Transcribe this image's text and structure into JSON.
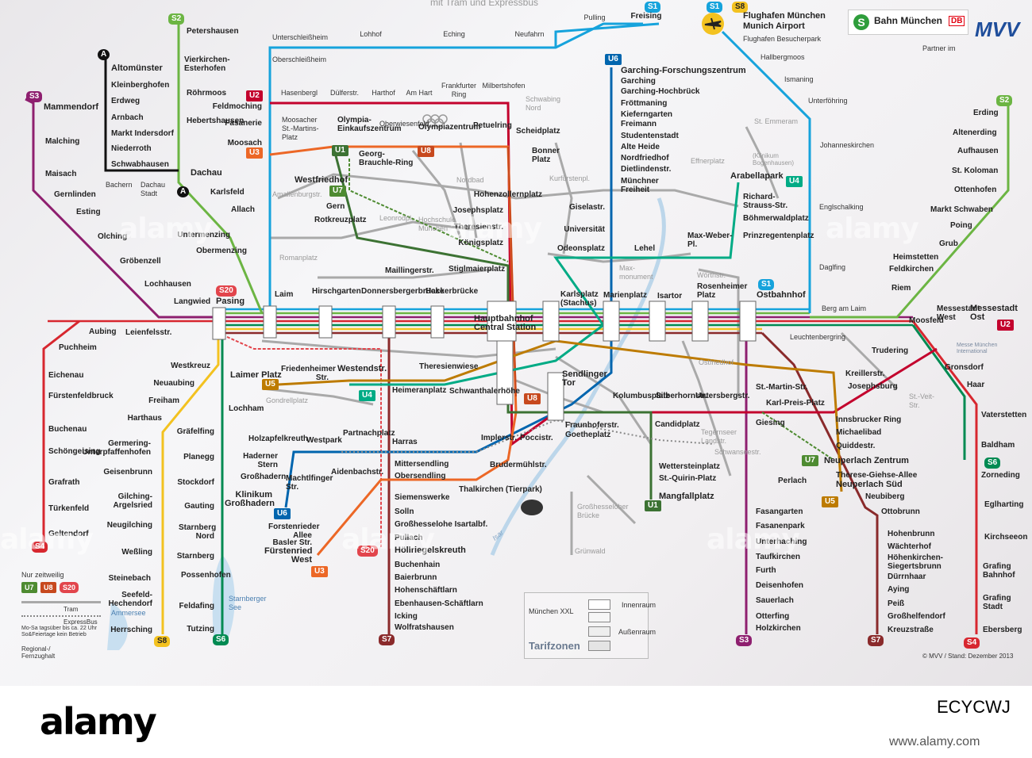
{
  "header": {
    "subtitle": "mit Tram und Expressbus",
    "brand": "Bahn München",
    "brand_db": "DB",
    "mvv": "MVV",
    "partner": "Partner im"
  },
  "colors": {
    "S1": "#16a3dc",
    "S2": "#6cb543",
    "S3": "#8e1f6f",
    "S4": "#d7272f",
    "S6": "#008a52",
    "S7": "#8a2a2b",
    "S8": "#f3c220",
    "S20": "#e2454c",
    "U1": "#3c7233",
    "U2": "#c3022d",
    "U3": "#ec6726",
    "U4": "#00ab85",
    "U5": "#bd7b00",
    "U6": "#0065ae",
    "U7": "#4e8b31",
    "U8": "#c7491e",
    "tram": "#a9a9a9",
    "background": "#f1eff1"
  },
  "badges": {
    "s2_top": "S2",
    "s1_freising": "S1",
    "s1_airport": "S1",
    "s8_airport": "S8",
    "u6_garching": "U6",
    "s3_mammendorf": "S3",
    "u2_feldmoching": "U2",
    "u3_moosach": "U3",
    "u1_olympia": "U1",
    "u7_westfriedhof": "U7",
    "u8_olympia": "U8",
    "s2_erding": "S2",
    "u4_arabellapark": "U4",
    "s20_pasing": "S20",
    "s1_ostbahnhof": "S1",
    "u2_messestadt": "U2",
    "u5_laimer": "U5",
    "u4_westend": "U4",
    "u8_sendlinger": "U8",
    "u6_grosshadern": "U6",
    "s20_hollriegel": "S20",
    "u3_furstenried": "U3",
    "u7_neuperlach": "U7",
    "u5_neuperlach": "U5",
    "s6_zorneding": "S6",
    "u1_mangfall": "U1",
    "s4_geltendorf": "S4",
    "s8_herrsching": "S8",
    "s6_tutzing": "S6",
    "s7_wolfrats": "S7",
    "s3_holzkirchen": "S3",
    "s7_kreuz": "S7",
    "s4_ebersberg": "S4",
    "a_top": "A",
    "a_bottom": "A"
  },
  "stations": {
    "petershausen": "Petershausen",
    "vierkirchen": "Vierkirchen-Esterhofen",
    "rohrmoos": "Röhrmoos",
    "hebertshausen": "Hebertshausen",
    "dachau": "Dachau",
    "karlsfeld": "Karlsfeld",
    "allach": "Allach",
    "untermenzing": "Untermenzing",
    "obermenzing": "Obermenzing",
    "altomuenster": "Altomünster",
    "kleinberghofen": "Kleinberghofen",
    "erdweg": "Erdweg",
    "arnbach": "Arnbach",
    "markt_indersdorf": "Markt Indersdorf",
    "niederroth": "Niederroth",
    "schwabhausen": "Schwabhausen",
    "bachern": "Bachern",
    "dachau_stadt": "Dachau Stadt",
    "mammendorf": "Mammendorf",
    "malching": "Malching",
    "maisach": "Maisach",
    "gernlinden": "Gernlinden",
    "esting": "Esting",
    "olching": "Olching",
    "groebenzell": "Gröbenzell",
    "lochhausen": "Lochhausen",
    "langwied": "Langwied",
    "pasing": "Pasing",
    "aubing": "Aubing",
    "leienfelsstr": "Leienfelsstr.",
    "puchheim": "Puchheim",
    "eichenau": "Eichenau",
    "fuerstenfeldbruck": "Fürstenfeldbruck",
    "buchenau": "Buchenau",
    "schoengeising": "Schöngeising",
    "grafrath": "Grafrath",
    "tuerkenfeld": "Türkenfeld",
    "geltendorf": "Geltendorf",
    "westkreuz": "Westkreuz",
    "neuaubing": "Neuaubing",
    "freiham": "Freiham",
    "harthaus": "Harthaus",
    "germering": "Germering-Unterpfaffenhofen",
    "geisenbrunn": "Geisenbrunn",
    "gilching": "Gilching-Argelsried",
    "neugilching": "Neugilching",
    "wessling": "Weßling",
    "steinebach": "Steinebach",
    "seefeld": "Seefeld-Hechendorf",
    "herrsching": "Herrsching",
    "lochham": "Lochham",
    "graefelfing": "Gräfelfing",
    "planegg": "Planegg",
    "stockdorf": "Stockdorf",
    "gauting": "Gauting",
    "starnberg_nord": "Starnberg Nord",
    "starnberg": "Starnberg",
    "possenhofen": "Possenhofen",
    "feldafing": "Feldafing",
    "tutzing": "Tutzing",
    "unterschleissheim": "Unterschleißheim",
    "oberschleissheim": "Oberschleißheim",
    "lohhof": "Lohhof",
    "eching": "Eching",
    "neufahrn": "Neufahrn",
    "pulling": "Pulling",
    "freising": "Freising",
    "flughafen": "Flughafen München",
    "airport": "Munich Airport",
    "besucherpark": "Flughafen Besucherpark",
    "hallbergmoos": "Hallbergmoos",
    "ismaning": "Ismaning",
    "unterfoehring": "Unterföhring",
    "johanneskirchen": "Johanneskirchen",
    "englschalking": "Englschalking",
    "daglfing": "Daglfing",
    "berg_am_laim": "Berg am Laim",
    "leuchtenbergring": "Leuchtenbergring",
    "erding": "Erding",
    "altenerding": "Altenerding",
    "aufhausen": "Aufhausen",
    "st_koloman": "St. Koloman",
    "ottenhofen": "Ottenhofen",
    "markt_schwaben": "Markt Schwaben",
    "poing": "Poing",
    "grub": "Grub",
    "heimstetten": "Heimstetten",
    "feldkirchen": "Feldkirchen",
    "riem": "Riem",
    "messestadt_west": "Messestadt West",
    "messestadt_ost": "Messestadt Ost",
    "moosfeld": "Moosfeld",
    "trudering": "Trudering",
    "gronsdorf": "Gronsdorf",
    "haar": "Haar",
    "vaterstetten": "Vaterstetten",
    "baldham": "Baldham",
    "zorneding": "Zorneding",
    "eglharting": "Eglharting",
    "kirchseeon": "Kirchseeon",
    "grafing_bahnhof": "Grafing Bahnhof",
    "grafing_stadt": "Grafing Stadt",
    "ebersberg": "Ebersberg",
    "garching_fz": "Garching-Forschungszentrum",
    "garching": "Garching",
    "garching_hochbrueck": "Garching-Hochbrück",
    "froettmaning": "Fröttmaning",
    "kieferngarten": "Kieferngarten",
    "freimann": "Freimann",
    "studentenstadt": "Studentenstadt",
    "alte_heide": "Alte Heide",
    "nordfriedhof": "Nordfriedhof",
    "dietlindenstr": "Dietlindenstr.",
    "muenchner_freiheit": "Münchner Freiheit",
    "giselastr": "Giselastr.",
    "universitaet": "Universität",
    "odeonsplatz": "Odeonsplatz",
    "feldmoching": "Feldmoching",
    "hasenbergl": "Hasenbergl",
    "duelferstr": "Dülferstr.",
    "harthof": "Harthof",
    "am_hart": "Am Hart",
    "frankfurter_ring": "Frankfurter Ring",
    "milbertshofen": "Milbertshofen",
    "fasanerie": "Fasanerie",
    "moosach": "Moosach",
    "moosacher_st_martins": "Moosacher St.-Martins-Platz",
    "oez": "Olympia-Einkaufszentrum",
    "oberwiesenfeld": "Oberwiesenfeld",
    "olympiazentrum": "Olympiazentrum",
    "petuelring": "Petuelring",
    "scheidplatz": "Scheidplatz",
    "bonner_platz": "Bonner Platz",
    "georg_brauchle": "Georg-Brauchle-Ring",
    "westfriedhof": "Westfriedhof",
    "gern": "Gern",
    "rotkreuzplatz": "Rotkreuzplatz",
    "hohenzollernplatz": "Hohenzollernplatz",
    "josephsplatz": "Josephsplatz",
    "theresienstr": "Theresienstr.",
    "koenigsplatz": "Königsplatz",
    "arabellapark": "Arabellapark",
    "richard_strauss": "Richard-Strauss-Str.",
    "boehmerwaldplatz": "Böhmerwaldplatz",
    "prinzregentenplatz": "Prinzregentenplatz",
    "max_weber": "Max-Weber-Pl.",
    "lehel": "Lehel",
    "laim": "Laim",
    "hirschgarten": "Hirschgarten",
    "donnersberger": "Donnersbergerbrücke",
    "hackerbruecke": "Hackerbrücke",
    "hauptbahnhof": "Hauptbahnhof",
    "central_station": "Central Station",
    "karlsplatz": "Karlsplatz (Stachus)",
    "marienplatz": "Marienplatz",
    "isartor": "Isartor",
    "rosenheimer_platz": "Rosenheimer Platz",
    "ostbahnhof": "Ostbahnhof",
    "maillingerstr": "Maillingerstr.",
    "stiglmaierplatz": "Stiglmaierplatz",
    "friedenheimer": "Friedenheimer Str.",
    "westendstr": "Westendstr.",
    "laimer_platz": "Laimer Platz",
    "heimeranplatz": "Heimeranplatz",
    "schwanthalerhoehe": "Schwanthalerhöhe",
    "theresienwiese": "Theresienwiese",
    "sendlinger_tor": "Sendlinger Tor",
    "fraunhoferstr": "Fraunhoferstr.",
    "goetheplatz": "Goetheplatz",
    "kolumbusplatz": "Kolumbusplatz",
    "silberhornstr": "Silberhornstr.",
    "untersbergstr": "Untersbergstr.",
    "candidplatz": "Candidplatz",
    "wettersteinplatz": "Wettersteinplatz",
    "st_quirin": "St.-Quirin-Platz",
    "mangfallplatz": "Mangfallplatz",
    "st_martin_str": "St.-Martin-Str.",
    "karl_preis": "Karl-Preis-Platz",
    "giesing": "Giesing",
    "kreillerstr": "Kreillerstr.",
    "josephsburg": "Josephsburg",
    "innsbrucker_ring": "Innsbrucker Ring",
    "michaelibad": "Michaelibad",
    "quiddestr": "Quiddestr.",
    "neuperlach_zentrum": "Neuperlach Zentrum",
    "therese_giehse": "Therese-Giehse-Allee",
    "neuperlach_sued": "Neuperlach Süd",
    "neubiberg": "Neubiberg",
    "ottobrunn": "Ottobrunn",
    "hohenbrunn": "Hohenbrunn",
    "waechterhof": "Wächterhof",
    "hoehenkirchen": "Höhenkirchen-Siegertsbrunn",
    "duernhaar": "Dürrnhaar",
    "aying": "Aying",
    "peiss": "Peiß",
    "grosshelfendorf": "Großhelfendorf",
    "kreuzstrasse": "Kreuzstraße",
    "perlach": "Perlach",
    "fasangarten": "Fasangarten",
    "fasanenpark": "Fasanenpark",
    "unterhaching": "Unterhaching",
    "taufkirchen": "Taufkirchen",
    "furth": "Furth",
    "deisenhofen": "Deisenhofen",
    "sauerlach": "Sauerlach",
    "otterfing": "Otterfing",
    "holzkirchen": "Holzkirchen",
    "westpark": "Westpark",
    "partnachplatz": "Partnachplatz",
    "harras": "Harras",
    "implerstr": "Implerstr.",
    "poccistr": "Poccistr.",
    "holzapfelkreuth": "Holzapfelkreuth",
    "haderner_stern": "Haderner Stern",
    "grosshadern": "Großhadern",
    "klinikum": "Klinikum Großhadern",
    "machtlfinger": "Machtlfinger Str.",
    "aidenbachstr": "Aidenbachstr.",
    "forstenrieder": "Forstenrieder Allee",
    "basler": "Basler Str.",
    "fuerstenried_west": "Fürstenried West",
    "mittersendling": "Mittersendling",
    "obersendling": "Obersendling",
    "brudermuehlstr": "Brudermühlstr.",
    "thalkirchen": "Thalkirchen (Tierpark)",
    "siemenswerke": "Siemenswerke",
    "solln": "Solln",
    "grosshesselohe": "Großhesselohe Isartalbf.",
    "pullach": "Pullach",
    "hoellriegelskreuth": "Höllriegelskreuth",
    "buchenhain": "Buchenhain",
    "baierbrunn": "Baierbrunn",
    "hohenschaeftlarn": "Hohenschäftlarn",
    "ebenhausen": "Ebenhausen-Schäftlarn",
    "icking": "Icking",
    "wolfratshausen": "Wolfratshausen",
    "hohenzollernplatz_t": "Kurfürstenpl.",
    "schwabing_nord": "Schwabing Nord",
    "st_emmeram": "St. Emmeram",
    "effnerplatz": "Effnerplatz",
    "klinikum_bogenhausen": "(Klinikum Bogenhausen)",
    "max_monument": "Max-monument",
    "woerthstr": "Wörthstr.",
    "ostfriedhof": "Ostfriedhof",
    "tegernseer": "Tegernseer Landstr.",
    "schwanseestr": "Schwanseestr.",
    "grosshesseloher_bruecke": "Großhesseloher Brücke",
    "gruenwald": "Grünwald",
    "amalienburgstr": "Amalienburgstr.",
    "romanplatz": "Romanplatz",
    "leonrodpl": "Leonrodpl.",
    "hochschule": "Hochschule München",
    "gondrellplatz": "Gondrellplatz",
    "nordbad": "Nordbad",
    "st_veit_str": "St.-Veit-Str."
  },
  "water": {
    "ammersee": "Ammersee",
    "starnberger_see": "Starnberger See",
    "isar": "Isar"
  },
  "legend": {
    "nur_zeitweilig": "Nur zeitweilig",
    "lines": [
      "U7",
      "U8",
      "S20"
    ],
    "tram": "Tram",
    "expressbus": "ExpressBus",
    "expressbus_note": "Mo-Sa tagsüber bis ca. 22 Uhr So&Feiertage kein Betrieb",
    "regional": "Regional-/ Fernzughalt"
  },
  "tarif": {
    "muenchen_xxl": "München XXL",
    "innenraum": "Innenraum",
    "aussenraum": "Außenraum",
    "tarifzonen": "Tarifzonen"
  },
  "messe": "Messe München International",
  "copyright": "© MVV / Stand: Dezember 2013",
  "watermark": "alamy",
  "footer": {
    "brand": "alamy",
    "code": "ECYCWJ",
    "url": "www.alamy.com"
  }
}
